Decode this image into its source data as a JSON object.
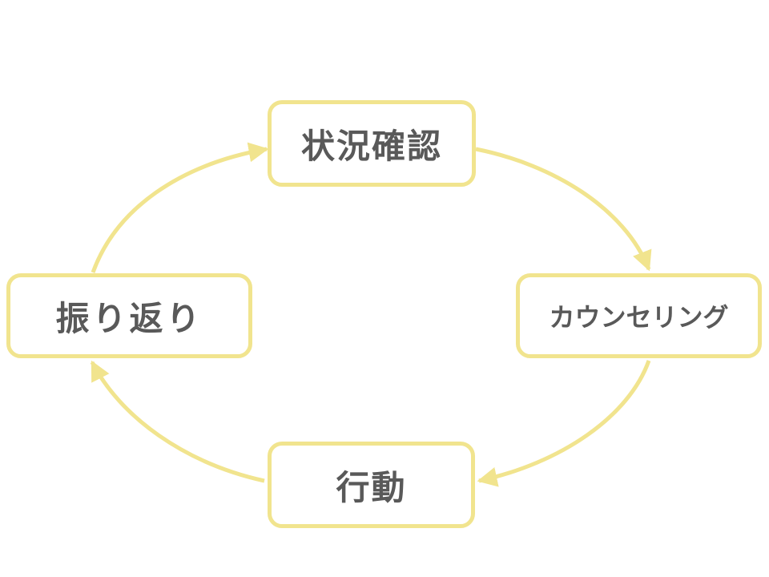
{
  "diagram": {
    "nodes": [
      {
        "id": "top",
        "label": "状況確認"
      },
      {
        "id": "right",
        "label": "カウンセリング"
      },
      {
        "id": "bottom",
        "label": "行動"
      },
      {
        "id": "left",
        "label": "振り返り"
      }
    ],
    "edges": [
      {
        "from": "状況確認",
        "to": "カウンセリング"
      },
      {
        "from": "カウンセリング",
        "to": "行動"
      },
      {
        "from": "行動",
        "to": "振り返り"
      },
      {
        "from": "振り返り",
        "to": "状況確認"
      }
    ],
    "colors": {
      "border": "#f1e48e",
      "arrow": "#f1e48e",
      "text": "#595959",
      "background": "#ffffff"
    }
  }
}
